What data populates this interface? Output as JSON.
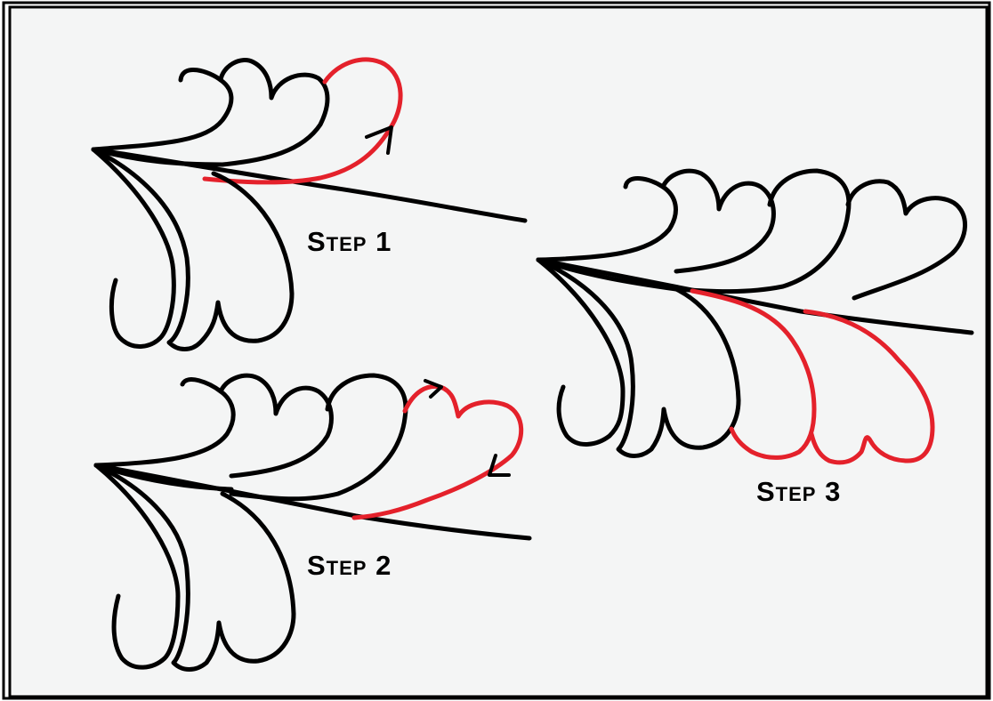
{
  "steps": [
    {
      "label": "Step 1"
    },
    {
      "label": "Step 2"
    },
    {
      "label": "Step 3"
    }
  ],
  "colors": {
    "background": "#f4f5f5",
    "border": "#000000",
    "stroke": "#000000",
    "highlight": "#e4212b"
  }
}
